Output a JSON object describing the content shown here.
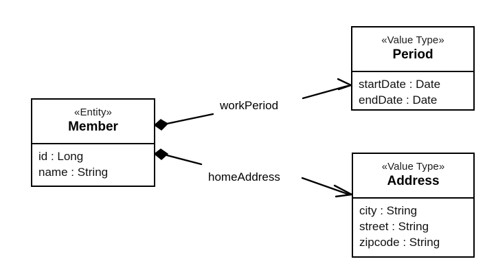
{
  "diagram": {
    "type": "uml-class-diagram",
    "background_color": "#ffffff",
    "line_color": "#000000",
    "classes": [
      {
        "id": "member",
        "stereotype": "«Entity»",
        "name": "Member",
        "attributes": [
          "id : Long",
          "name : String"
        ]
      },
      {
        "id": "period",
        "stereotype": "«Value Type»",
        "name": "Period",
        "attributes": [
          "startDate : Date",
          "endDate : Date"
        ]
      },
      {
        "id": "address",
        "stereotype": "«Value Type»",
        "name": "Address",
        "attributes": [
          "city : String",
          "street : String",
          "zipcode : String"
        ]
      }
    ],
    "associations": [
      {
        "id": "work-period",
        "label": "workPeriod",
        "from": "member",
        "to": "period",
        "source_decoration": "filled-diamond",
        "target_decoration": "open-arrow"
      },
      {
        "id": "home-address",
        "label": "homeAddress",
        "from": "member",
        "to": "address",
        "source_decoration": "filled-diamond",
        "target_decoration": "open-arrow"
      }
    ]
  }
}
